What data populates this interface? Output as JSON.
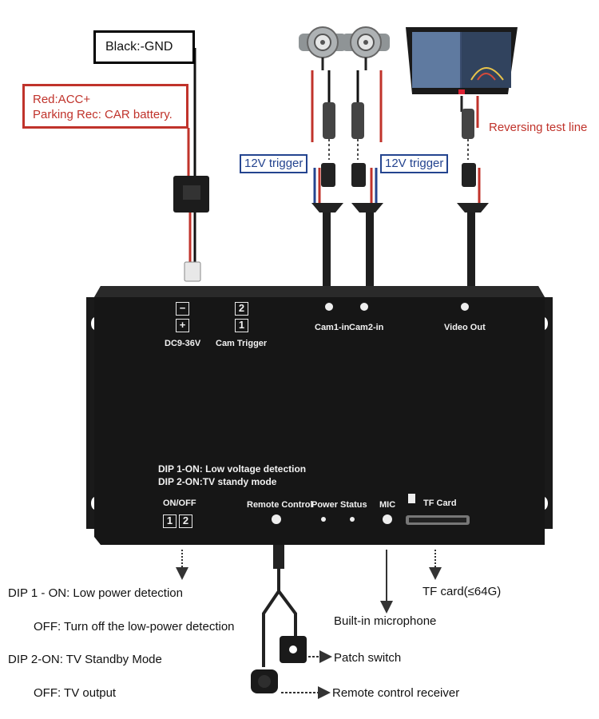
{
  "labels": {
    "ground": "Black:-GND",
    "acc_line1": "Red:ACC+",
    "acc_line2": "Parking Rec: CAR battery.",
    "trigger_left": "12V trigger",
    "trigger_right": "12V trigger",
    "reversing": "Reversing test line"
  },
  "panel": {
    "power_minus": "−",
    "power_plus": "+",
    "power_label": "DC9-36V",
    "trigger_top": "2",
    "trigger_bottom": "1",
    "trigger_label": "Cam Trigger",
    "cam1": "Cam1-in",
    "cam2": "Cam2-in",
    "video_out": "Video Out",
    "dip_note1": "DIP 1-ON: Low voltage detection",
    "dip_note2": "DIP 2-ON:TV standy mode",
    "onoff": "ON/OFF",
    "switch1": "1",
    "switch2": "2",
    "remote": "Remote Control",
    "power": "Power",
    "status": "Status",
    "mic": "MIC",
    "tf": "TF Card"
  },
  "notes": {
    "dip1_on": "DIP 1 - ON: Low power detection",
    "dip1_off": "OFF: Turn off the low-power detection",
    "dip2_on": "DIP 2-ON: TV Standby Mode",
    "dip2_off": "OFF: TV output",
    "tf_card": "TF card(≤64G)",
    "microphone": "Built-in microphone",
    "patch": "Patch switch",
    "receiver": "Remote control receiver"
  },
  "colors": {
    "ground": "#000000",
    "acc": "#c0332b",
    "trigger": "#24448f",
    "device": "#161616"
  }
}
